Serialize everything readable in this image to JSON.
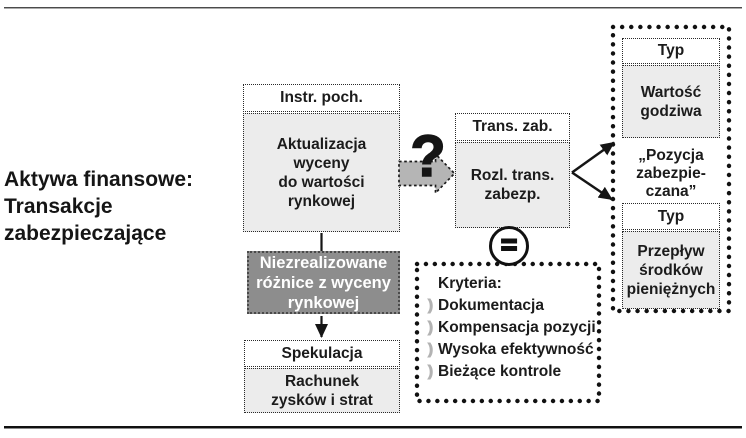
{
  "title": "Aktywa finansowe:\nTransakcje\nzabezpieczające",
  "derivative": {
    "header": "Instr. poch.",
    "body": "Aktualizacja\nwyceny\ndo wartości\nrynkowej"
  },
  "unrealized": {
    "label": "Niezrealizowane\nróżnice z wyceny\nrynkowej"
  },
  "speculation": {
    "header": "Spekulacja",
    "body": "Rachunek\nzysków i strat"
  },
  "question_mark": "?",
  "hedge": {
    "header": "Trans. zab.",
    "body": "Rozl. trans.\nzabezp."
  },
  "equals_symbol": "=",
  "criteria": {
    "title": "Kryteria:",
    "bullet": ")",
    "items": [
      "Dokumentacja",
      "Kompensacja pozycji",
      "Wysoka efektywność",
      "Bieżące kontrole"
    ]
  },
  "hedged": {
    "fair_value": {
      "header": "Typ",
      "body": "Wartość\ngodziwa"
    },
    "position_label": "„Pozycja\nzabezpie-\nczana”",
    "cash_flow": {
      "header": "Typ",
      "body": "Przepływ\nśrodków\npieniężnych"
    }
  },
  "colors": {
    "box_fill_light": "#ececec",
    "box_fill_dark": "#8d8d8d",
    "arrow_fill": "#b5b5b5",
    "bullet_gray": "#b3b3b3",
    "line_black": "#151515"
  }
}
